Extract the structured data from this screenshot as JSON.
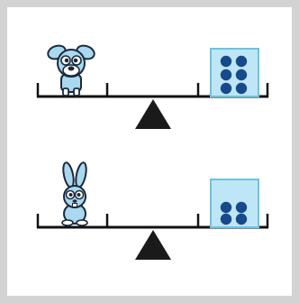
{
  "colors": {
    "frame": "#d3d3d3",
    "beam": "#111111",
    "fulcrum": "#1a1a1a",
    "box_fill": "#bfe6f7",
    "box_stroke": "#6cc3e2",
    "dot": "#164a8a",
    "animal_fill": "#a9d8ef",
    "animal_stroke": "#1b2a3a"
  },
  "scales": [
    {
      "animal": "dog",
      "animal_icon": "dog-icon",
      "box_dot_count": 6
    },
    {
      "animal": "rabbit",
      "animal_icon": "rabbit-icon",
      "box_dot_count": 4
    }
  ]
}
